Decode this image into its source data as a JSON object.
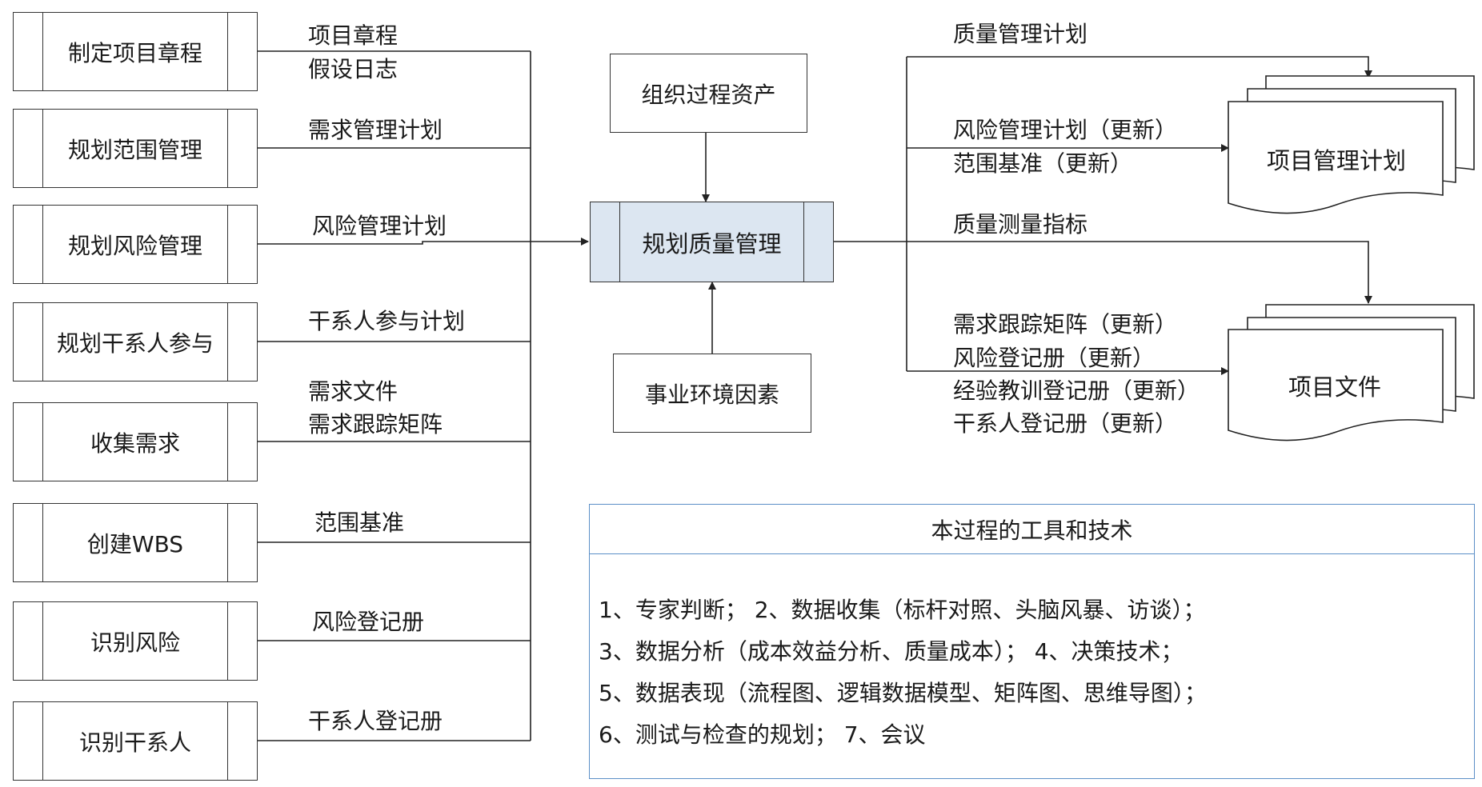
{
  "inputs": [
    {
      "process": "制定项目章程",
      "labels": [
        "项目章程",
        "假设日志"
      ]
    },
    {
      "process": "规划范围管理",
      "labels": [
        "需求管理计划"
      ]
    },
    {
      "process": "规划风险管理",
      "labels": [
        "风险管理计划"
      ]
    },
    {
      "process": "规划干系人参与",
      "labels": [
        "干系人参与计划"
      ]
    },
    {
      "process": "收集需求",
      "labels": [
        "需求文件",
        "需求跟踪矩阵"
      ]
    },
    {
      "process": "创建WBS",
      "labels": [
        "范围基准"
      ]
    },
    {
      "process": "识别风险",
      "labels": [
        "风险登记册"
      ]
    },
    {
      "process": "识别干系人",
      "labels": [
        "干系人登记册"
      ]
    }
  ],
  "top_input": "组织过程资产",
  "bottom_input": "事业环境因素",
  "center_process": "规划质量管理",
  "outputs": {
    "plan_arrow_1": [
      "质量管理计划"
    ],
    "plan_arrow_2": [
      "风险管理计划（更新）",
      "范围基准（更新）"
    ],
    "files_arrow_1": [
      "质量测量指标"
    ],
    "files_arrow_2": [
      "需求跟踪矩阵（更新）",
      "风险登记册（更新）",
      "经验教训登记册（更新）",
      "干系人登记册（更新）"
    ]
  },
  "documents": {
    "plan": "项目管理计划",
    "files": "项目文件"
  },
  "tools": {
    "title": "本过程的工具和技术",
    "lines": [
      "1、专家判断；  2、数据收集（标杆对照、头脑风暴、访谈）；",
      "3、数据分析（成本效益分析、质量成本）；  4、决策技术；",
      "5、数据表现（流程图、逻辑数据模型、矩阵图、思维导图）；",
      "6、测试与检查的规划；  7、会议"
    ]
  },
  "colors": {
    "center_fill": "#dce6f1",
    "tools_border": "#5b8fc7",
    "line": "#333333"
  }
}
